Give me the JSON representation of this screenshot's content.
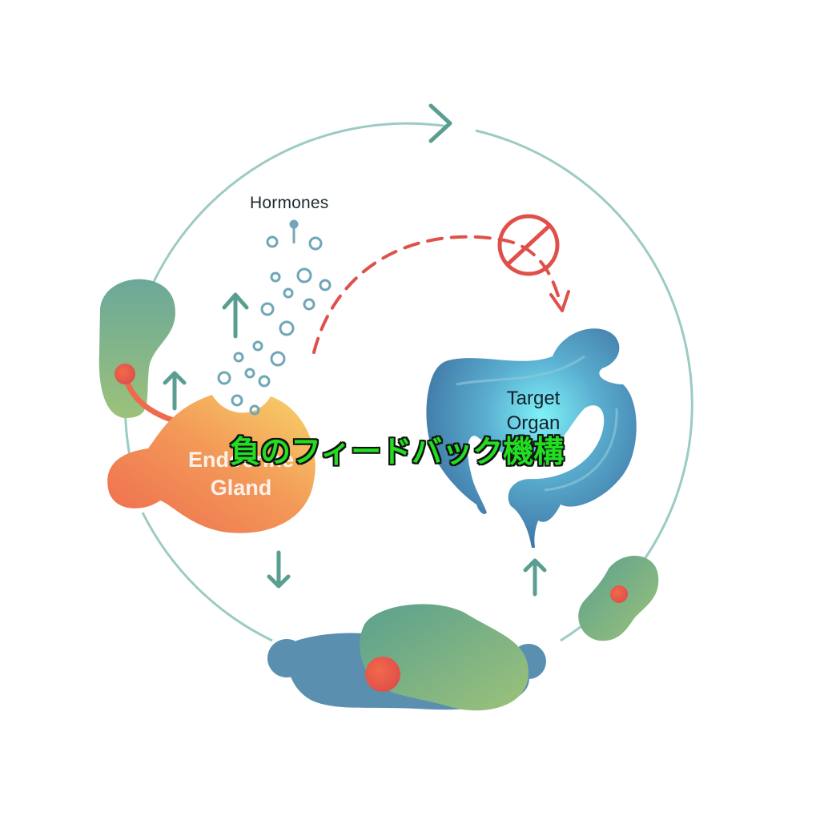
{
  "diagram": {
    "overlay_title": "負のフィードバック機構",
    "labels": {
      "hormones": "Hormones",
      "endocrine_gland_line1": "Endocrine",
      "endocrine_gland_line2": "Gland",
      "target_organ_line1": "Target",
      "target_organ_line2": "Organ"
    },
    "colors": {
      "cycle_line": "#8fc4bd",
      "arrow_teal": "#5a9e92",
      "inhibition_red": "#e0504a",
      "gland_orange": "#f07850",
      "gland_yellow": "#f5c860",
      "organ_blue": "#4a86b0",
      "organ_glow": "#6ee0f0",
      "blob_green": "#7ab892",
      "blob_blue": "#5a8fb0",
      "title_green": "#22dd22"
    },
    "icons": [
      "cycle-arrow-icon",
      "inhibition-icon",
      "up-arrow-icon",
      "down-arrow-icon"
    ]
  }
}
